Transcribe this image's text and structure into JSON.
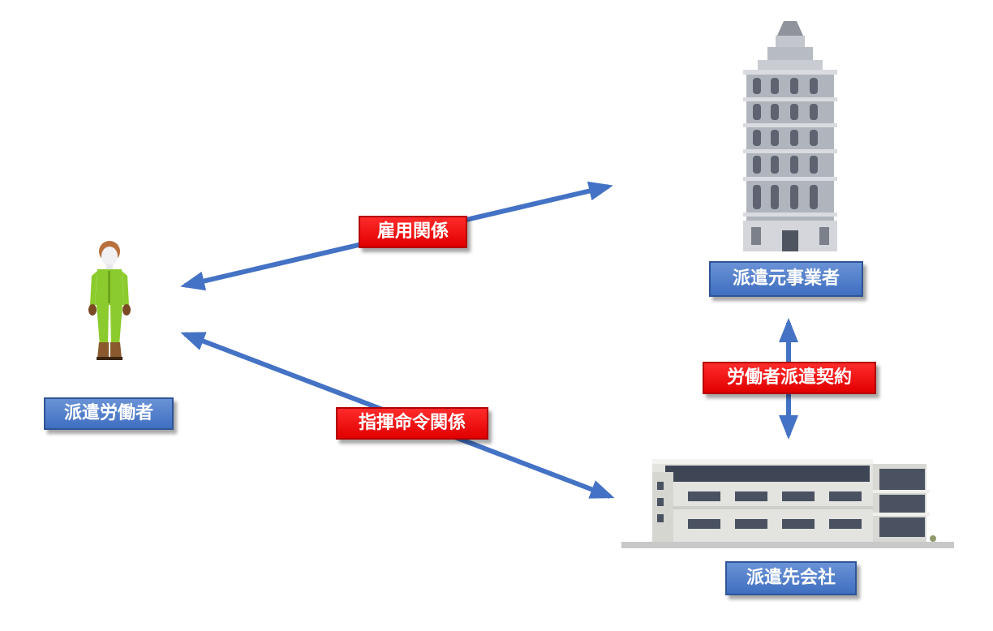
{
  "nodes": {
    "worker": {
      "label": "派遣労働者"
    },
    "dispatch_origin": {
      "label": "派遣元事業者"
    },
    "dispatch_destination": {
      "label": "派遣先会社"
    }
  },
  "relations": {
    "employment": {
      "label": "雇用関係"
    },
    "command": {
      "label": "指揮命令関係"
    },
    "contract": {
      "label": "労働者派遣契約"
    }
  },
  "colors": {
    "arrow": "#4472c4",
    "relation_box": "#ff0000",
    "node_box": "#4472c4"
  }
}
